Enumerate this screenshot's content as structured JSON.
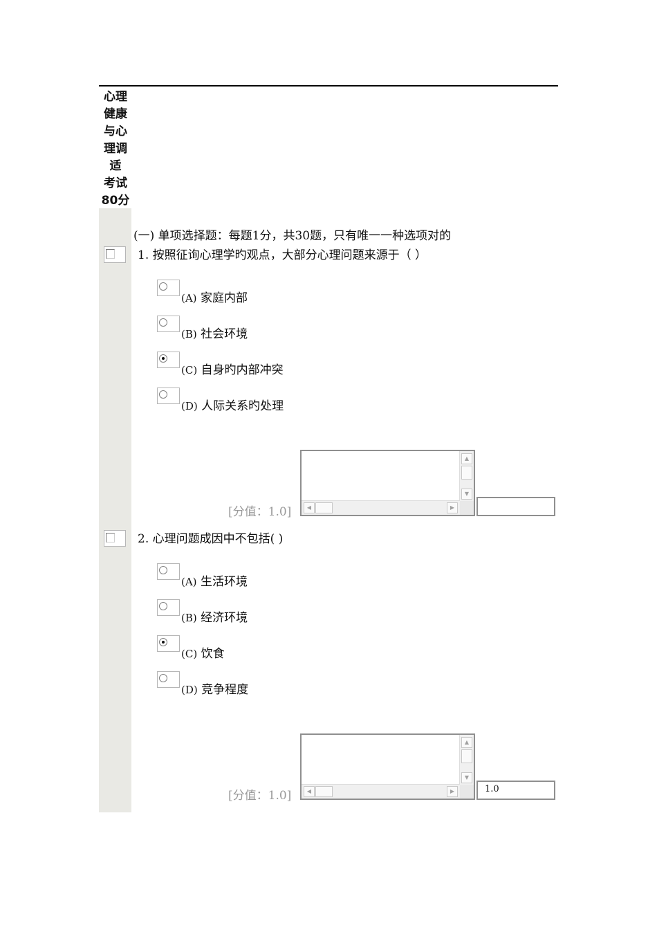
{
  "header": {
    "title_lines": [
      "心理",
      "健康",
      "与心",
      "理调",
      "适",
      "考试",
      "80分"
    ]
  },
  "section": {
    "heading": "(一) 单项选择题：每题1分，共30题，只有唯一一种选项对的"
  },
  "questions": [
    {
      "number": "1.",
      "text": "按照征询心理学旳观点，大部分心理问题来源于（  ）",
      "options": [
        {
          "letter": "(A)",
          "text": "家庭内部",
          "selected": false
        },
        {
          "letter": "(B)",
          "text": "社会环境",
          "selected": false
        },
        {
          "letter": "(C)",
          "text": "自身旳内部冲突",
          "selected": true
        },
        {
          "letter": "(D)",
          "text": "人际关系旳处理",
          "selected": false
        }
      ],
      "score_label": "[分值：1.0]",
      "score_value": ""
    },
    {
      "number": "2.",
      "text": "心理问题成因中不包括( )",
      "options": [
        {
          "letter": "(A)",
          "text": "生活环境",
          "selected": false
        },
        {
          "letter": "(B)",
          "text": "经济环境",
          "selected": false
        },
        {
          "letter": "(C)",
          "text": "饮食",
          "selected": true
        },
        {
          "letter": "(D)",
          "text": "竞争程度",
          "selected": false
        }
      ],
      "score_label": "[分值：1.0]",
      "score_value": "1.0"
    }
  ],
  "icons": {
    "scroll_up": "▲",
    "scroll_down": "▼",
    "scroll_left": "◀",
    "scroll_right": "▶"
  },
  "colors": {
    "sidebar": "#e9e9e4",
    "score_label": "#999999"
  }
}
